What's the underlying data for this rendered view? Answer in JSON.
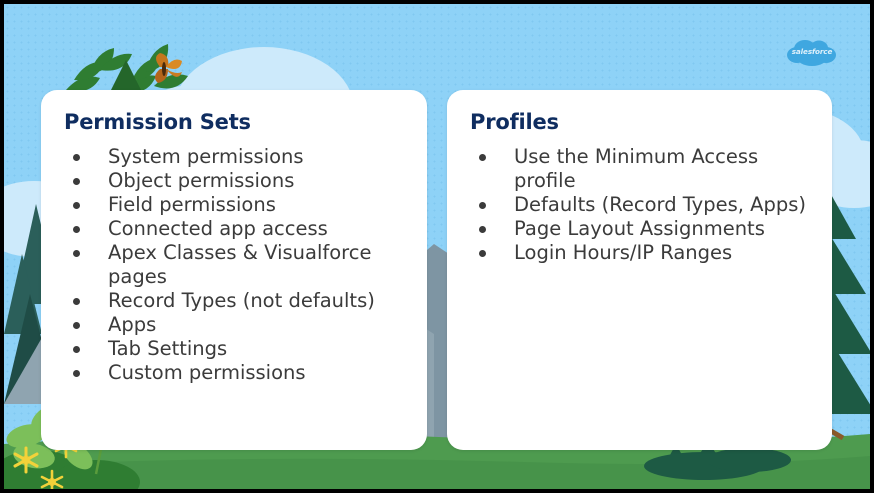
{
  "slide": {
    "background_sky_color": "#8ed2f7",
    "grass_color": "#4e9b4f",
    "frame_color": "#000000"
  },
  "brand": {
    "logo_name": "salesforce-cloud-logo",
    "wordmark": "salesforce",
    "cloud_color": "#3fa7e0"
  },
  "decorations": [
    {
      "name": "butterfly",
      "color": "#d98620"
    },
    {
      "name": "leaf-sprig-left",
      "color": "#2f7d32"
    },
    {
      "name": "cloud",
      "color": "#cfe9fb"
    },
    {
      "name": "pine-tree-right",
      "color": "#1c5a46"
    },
    {
      "name": "mountain",
      "color": "#7e95a3"
    },
    {
      "name": "yellow-flowers",
      "color": "#f2d23a"
    }
  ],
  "cards": [
    {
      "id": "permission-sets",
      "title": "Permission Sets",
      "title_color": "#0f2d60",
      "bullets": [
        "System permissions",
        "Object permissions",
        "Field permissions",
        "Connected app access",
        "Apex Classes & Visualforce pages",
        "Record Types (not defaults)",
        "Apps",
        "Tab Settings",
        "Custom permissions"
      ]
    },
    {
      "id": "profiles",
      "title": "Profiles",
      "title_color": "#0f2d60",
      "bullets": [
        "Use the Minimum Access profile",
        "Defaults (Record Types, Apps)",
        "Page Layout Assignments",
        "Login Hours/IP Ranges"
      ]
    }
  ]
}
